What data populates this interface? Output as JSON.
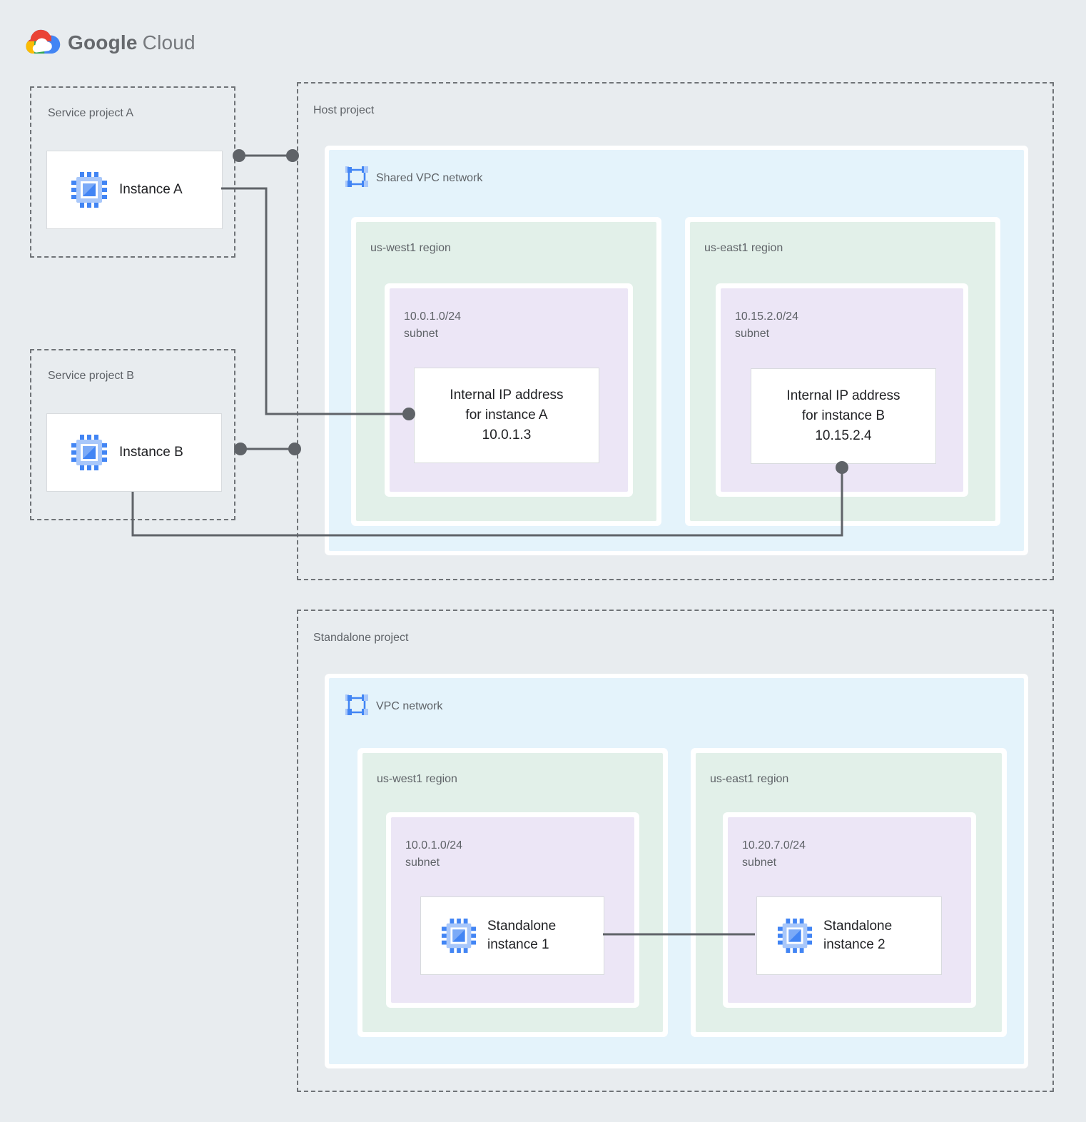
{
  "colors": {
    "page_background": "#E8ECEF",
    "vpc_network_blue": "#E4F3FB",
    "region_green": "#E2F0E9",
    "subnet_purple": "#ECE6F6",
    "connector_gray": "#5F6368",
    "dashed_border_gray": "#6F7377",
    "label_gray": "#5F6368",
    "card_text_dark": "#202124",
    "google_blue": "#4285F4",
    "google_red": "#EA4335",
    "google_yellow": "#FBBC05",
    "google_green": "#34A853",
    "icon_light_blue": "#A8C7FA"
  },
  "logo": {
    "brand": "Google",
    "product": "Cloud"
  },
  "icons": {
    "google_cloud_logo": "google-cloud-logo",
    "compute_instance": "compute-engine-icon",
    "vpc_network": "vpc-network-icon"
  },
  "service_project_a": {
    "label": "Service project A",
    "instance_label": "Instance A"
  },
  "service_project_b": {
    "label": "Service project B",
    "instance_label": "Instance B"
  },
  "host_project": {
    "label": "Host project",
    "network_label": "Shared VPC network",
    "regions": [
      {
        "label": "us-west1 region",
        "subnet_cidr": "10.0.1.0/24",
        "subnet_word": "subnet",
        "ip_card_lines": [
          "Internal IP address",
          "for instance A",
          "10.0.1.3"
        ]
      },
      {
        "label": "us-east1 region",
        "subnet_cidr": "10.15.2.0/24",
        "subnet_word": "subnet",
        "ip_card_lines": [
          "Internal IP address",
          "for instance B",
          "10.15.2.4"
        ]
      }
    ]
  },
  "standalone_project": {
    "label": "Standalone project",
    "network_label": "VPC network",
    "regions": [
      {
        "label": "us-west1 region",
        "subnet_cidr": "10.0.1.0/24",
        "subnet_word": "subnet",
        "instance_lines": [
          "Standalone",
          "instance 1"
        ]
      },
      {
        "label": "us-east1 region",
        "subnet_cidr": "10.20.7.0/24",
        "subnet_word": "subnet",
        "instance_lines": [
          "Standalone",
          "instance 2"
        ]
      }
    ]
  }
}
